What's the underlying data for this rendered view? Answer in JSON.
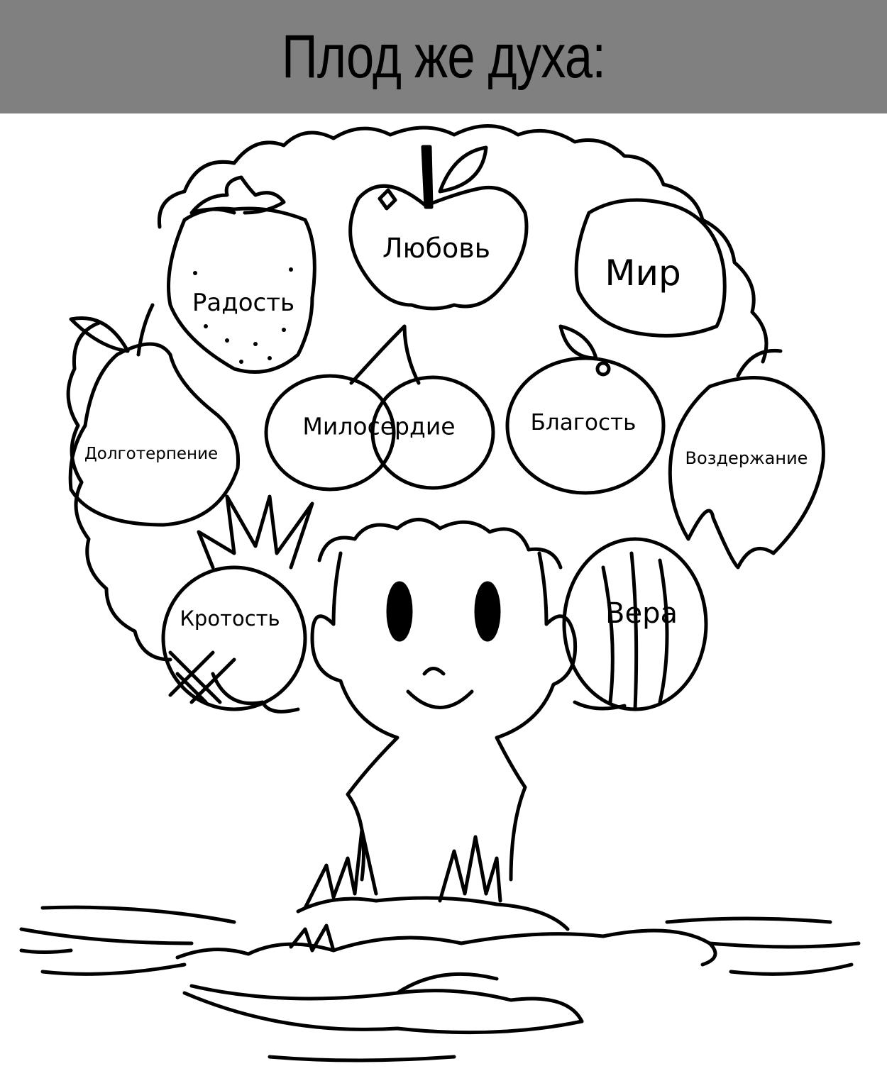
{
  "header": {
    "title": "Плод же духа:",
    "background": "#808080"
  },
  "fruits": [
    {
      "name": "apple",
      "label": "Любовь"
    },
    {
      "name": "strawberry",
      "label": "Радость"
    },
    {
      "name": "lemon",
      "label": "Мир"
    },
    {
      "name": "pear",
      "label": "Долготерпение"
    },
    {
      "name": "cherries",
      "label": "Милосердие"
    },
    {
      "name": "orange",
      "label": "Благость"
    },
    {
      "name": "banana",
      "label": "Воздержание"
    },
    {
      "name": "pineapple",
      "label": "Кротость"
    },
    {
      "name": "melon",
      "label": "Вера"
    }
  ]
}
